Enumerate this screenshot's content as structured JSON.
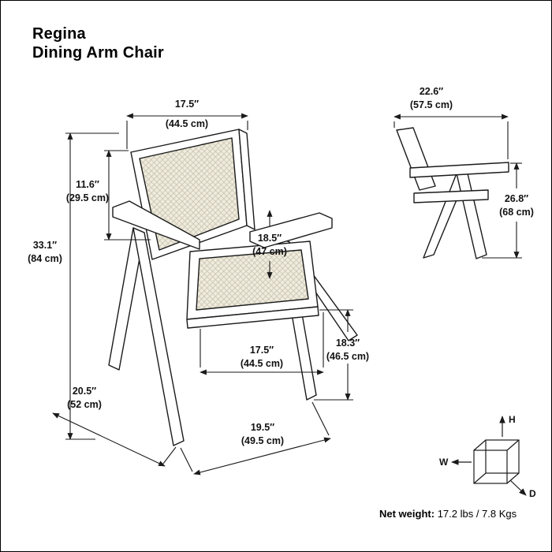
{
  "title": {
    "line1": "Regina",
    "line2": "Dining Arm Chair"
  },
  "product": {
    "dims": {
      "back_width": {
        "in": "17.5″",
        "cm": "(44.5 cm)"
      },
      "back_height": {
        "in": "11.6″",
        "cm": "(29.5 cm)"
      },
      "total_height": {
        "in": "33.1″",
        "cm": "(84 cm)"
      },
      "seat_depth": {
        "in": "18.5″",
        "cm": "(47 cm)"
      },
      "seat_width": {
        "in": "17.5″",
        "cm": "(44.5 cm)"
      },
      "seat_height": {
        "in": "18.3″",
        "cm": "(46.5 cm)"
      },
      "floor_depth": {
        "in": "20.5″",
        "cm": "(52 cm)"
      },
      "floor_width": {
        "in": "19.5″",
        "cm": "(49.5 cm)"
      },
      "side_depth": {
        "in": "22.6″",
        "cm": "(57.5 cm)"
      },
      "arm_height": {
        "in": "26.8″",
        "cm": "(68 cm)"
      }
    },
    "weight": {
      "label": "Net weight:",
      "value": "17.2 lbs / 7.8 Kgs"
    }
  },
  "axis_cube": {
    "w": "W",
    "h": "H",
    "d": "D"
  },
  "colors": {
    "line": "#1a1a1a",
    "cane": "#efecdf",
    "hatch": "#c8c1ab",
    "background": "#ffffff",
    "border": "#000000"
  }
}
